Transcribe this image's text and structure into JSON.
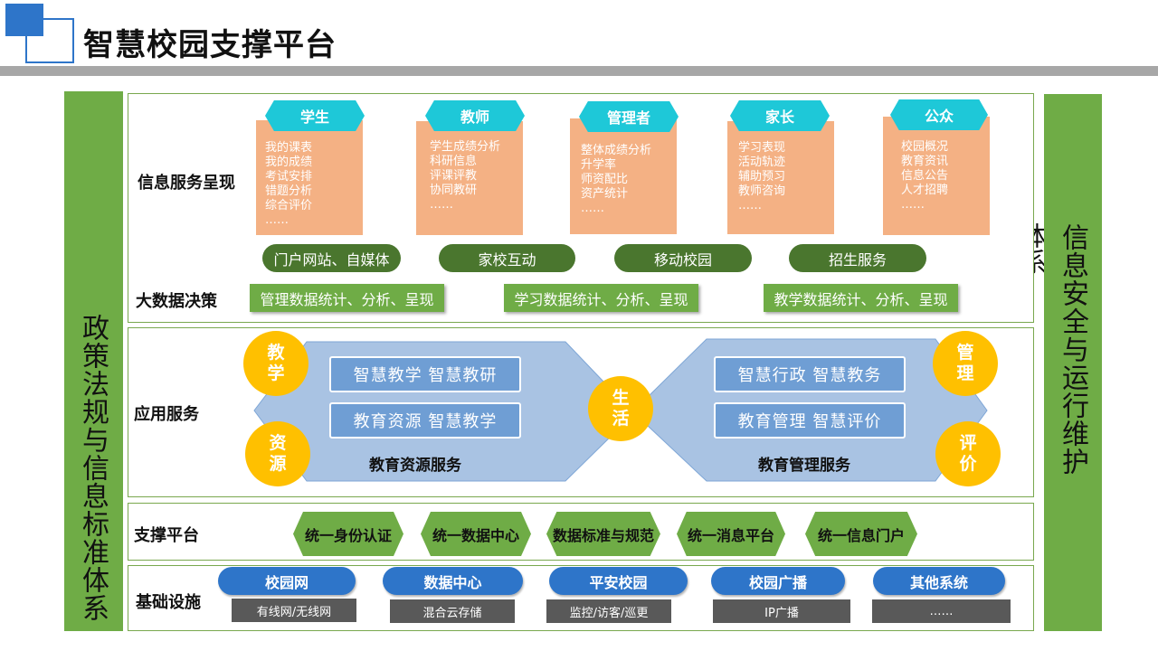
{
  "title": "智慧校园支撑平台",
  "left_bar": "政策法规与信息标准体系",
  "right_bar": "信息安全与运行维护",
  "right_stray": "体系",
  "info_service": {
    "label": "信息服务呈现",
    "roles": [
      {
        "name": "学生",
        "items": "我的课表\n我的成绩\n考试安排\n错题分析\n综合评价\n……"
      },
      {
        "name": "教师",
        "items": "学生成绩分析\n科研信息\n评课评教\n协同教研\n……"
      },
      {
        "name": "管理者",
        "items": "整体成绩分析\n升学率\n师资配比\n资产统计\n……"
      },
      {
        "name": "家长",
        "items": "学习表现\n活动轨迹\n辅助预习\n教师咨询\n……"
      },
      {
        "name": "公众",
        "items": "校园概况\n教育资讯\n信息公告\n人才招聘\n……"
      }
    ],
    "channels": [
      "门户网站、自媒体",
      "家校互动",
      "移动校园",
      "招生服务"
    ]
  },
  "big_data": {
    "label": "大数据决策",
    "items": [
      "管理数据统计、分析、呈现",
      "学习数据统计、分析、呈现",
      "教学数据统计、分析、呈现"
    ]
  },
  "app_service": {
    "label": "应用服务",
    "left": {
      "boxes": [
        "智慧教学  智慧教研",
        "教育资源  智慧教学"
      ],
      "name": "教育资源服务"
    },
    "right": {
      "boxes": [
        "智慧行政  智慧教务",
        "教育管理  智慧评价"
      ],
      "name": "教育管理服务"
    },
    "circles": {
      "top_left": "教学",
      "bottom_left": "资源",
      "center": "生活",
      "top_right": "管理",
      "bottom_right": "评价"
    }
  },
  "support": {
    "label": "支撑平台",
    "items": [
      "统一身份认证",
      "统一数据中心",
      "数据标准与规范",
      "统一消息平台",
      "统一信息门户"
    ]
  },
  "infra": {
    "label": "基础设施",
    "items": [
      {
        "name": "校园网",
        "sub": "有线网/无线网"
      },
      {
        "name": "数据中心",
        "sub": "混合云存储"
      },
      {
        "name": "平安校园",
        "sub": "监控/访客/巡更"
      },
      {
        "name": "校园广播",
        "sub": "IP广播"
      },
      {
        "name": "其他系统",
        "sub": "……"
      }
    ]
  },
  "colors": {
    "green": "#6fac46",
    "dark_green": "#4a762e",
    "blue": "#2e75c9",
    "orange": "#f4b184",
    "cyan": "#1ec8d8",
    "gold": "#ffc000",
    "light_blue": "#a9c3e3"
  }
}
